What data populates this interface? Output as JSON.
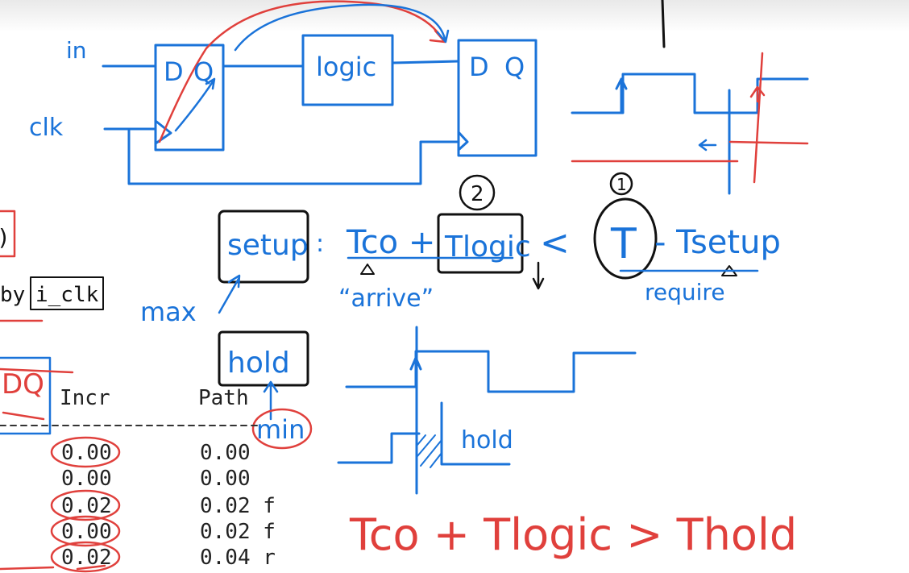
{
  "colors": {
    "blue": "#1a73d9",
    "red": "#e0403c",
    "black": "#111111",
    "ink": "#222222"
  },
  "circuit": {
    "label_in": "in",
    "label_clk": "clk",
    "ff1": {
      "d": "D",
      "q": "Q"
    },
    "ff2": {
      "d": "D",
      "q": "Q"
    },
    "logic_label": "logic"
  },
  "equations": {
    "setup_box": "setup",
    "colon": ":",
    "setup_lhs": "Tco +",
    "setup_logic_boxed": "Tlogic",
    "less_than": "<",
    "period": "T",
    "setup_rhs": "- Tsetup",
    "circled_1": "1",
    "circled_2": "2",
    "arrive_note": "“arrive”",
    "require_note": "require",
    "max_note": "max",
    "hold_box": "hold",
    "min_note": "min",
    "hold_region_note": "hold",
    "hold_equation": "Tco + Tlogic > Thold"
  },
  "fragments": {
    "paren": ")",
    "by_text": "by",
    "clk_name": "i_clk",
    "dq_text": "DQ"
  },
  "timing_table": {
    "headers": {
      "incr": "Incr",
      "path": "Path"
    },
    "rows": [
      {
        "incr": "0.00",
        "path": "0.00",
        "edge": ""
      },
      {
        "incr": "0.00",
        "path": "0.00",
        "edge": ""
      },
      {
        "incr": "0.02",
        "path": "0.02",
        "edge": "f"
      },
      {
        "incr": "0.00",
        "path": "0.02",
        "edge": "f"
      },
      {
        "incr": "0.02",
        "path": "0.04",
        "edge": "r"
      }
    ]
  }
}
